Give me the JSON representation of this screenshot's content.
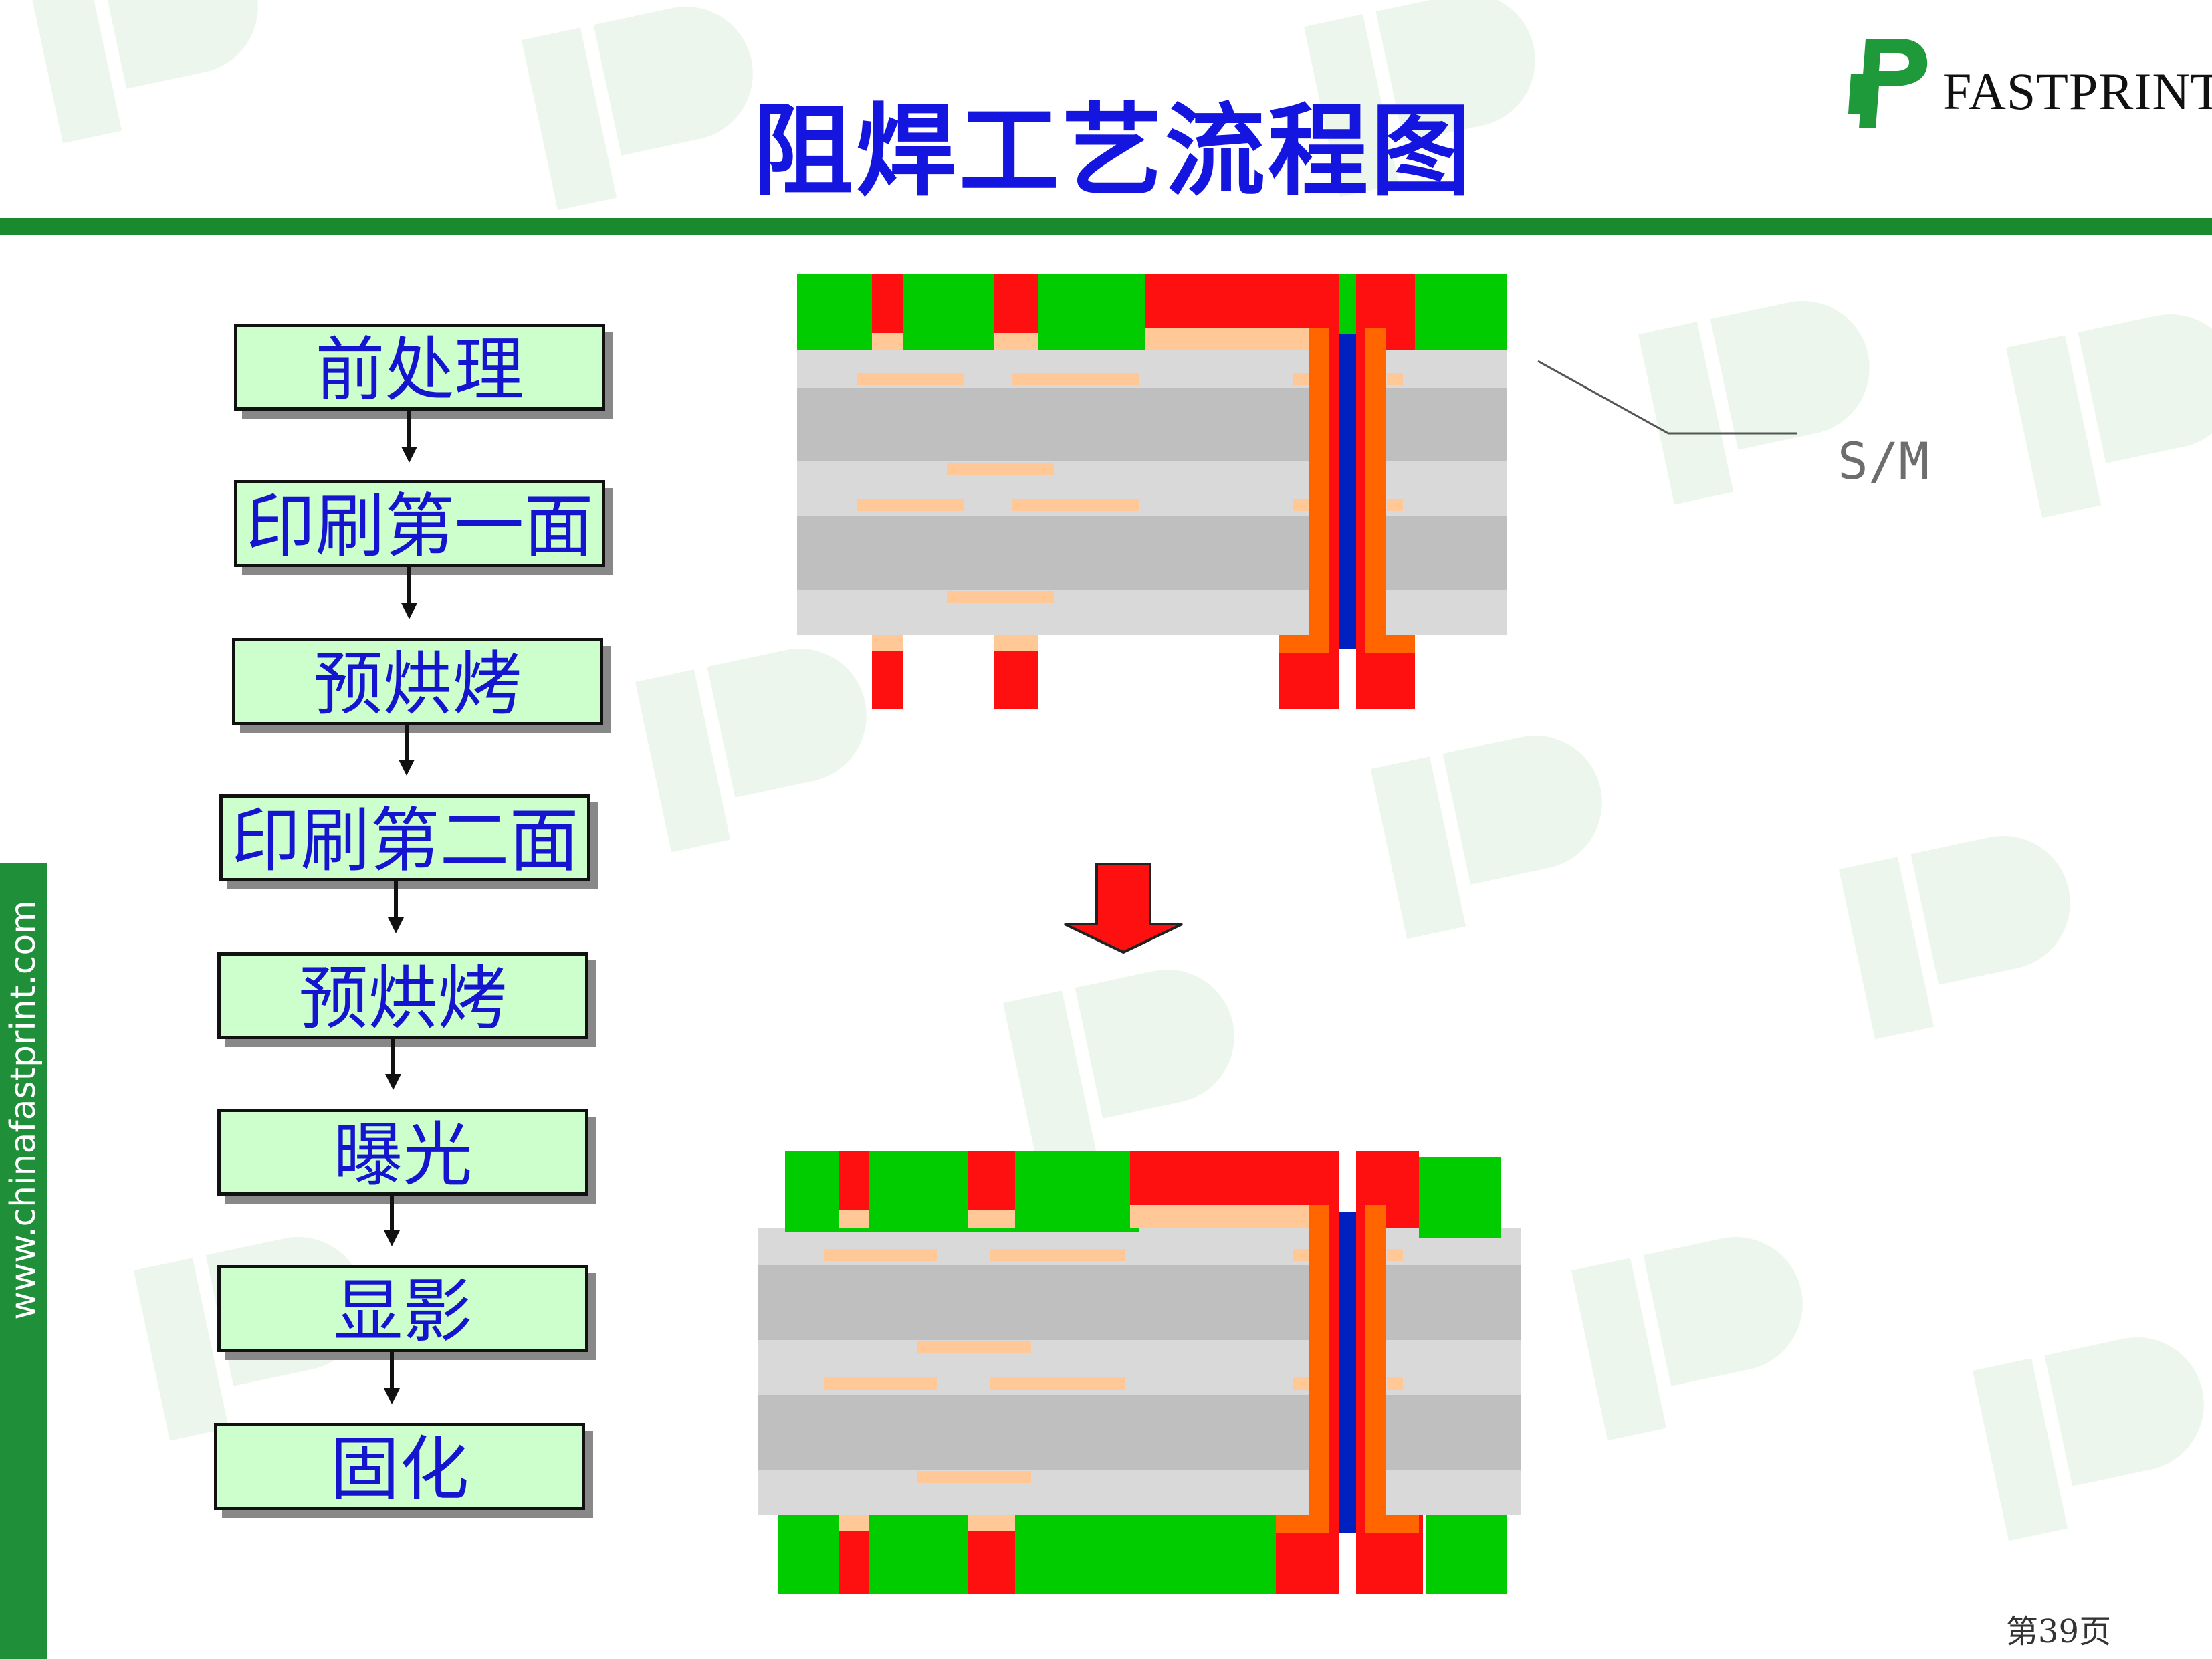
{
  "title": "阻焊工艺流程图",
  "logo": {
    "text": "FASTPRINT"
  },
  "side_url": "www.chinafastprint.com",
  "steps": [
    "前处理",
    "印刷第一面",
    "预烘烤",
    "印刷第二面",
    "预烘烤",
    "曝光",
    "显影",
    "固化"
  ],
  "callout_label": "S/M",
  "page_number": "第39页",
  "colors": {
    "title_blue": "#1515e0",
    "rule_green": "#1a8a2e",
    "step_fill": "#ccffcc",
    "solder_mask": "#00cc00",
    "copper": "#ff1010",
    "plating": "#ff6600",
    "laminate_light": "#d9d9d9",
    "laminate_dark": "#bfbfbf",
    "inner_copper": "#ffc896",
    "via_fill": "#0020c0"
  }
}
